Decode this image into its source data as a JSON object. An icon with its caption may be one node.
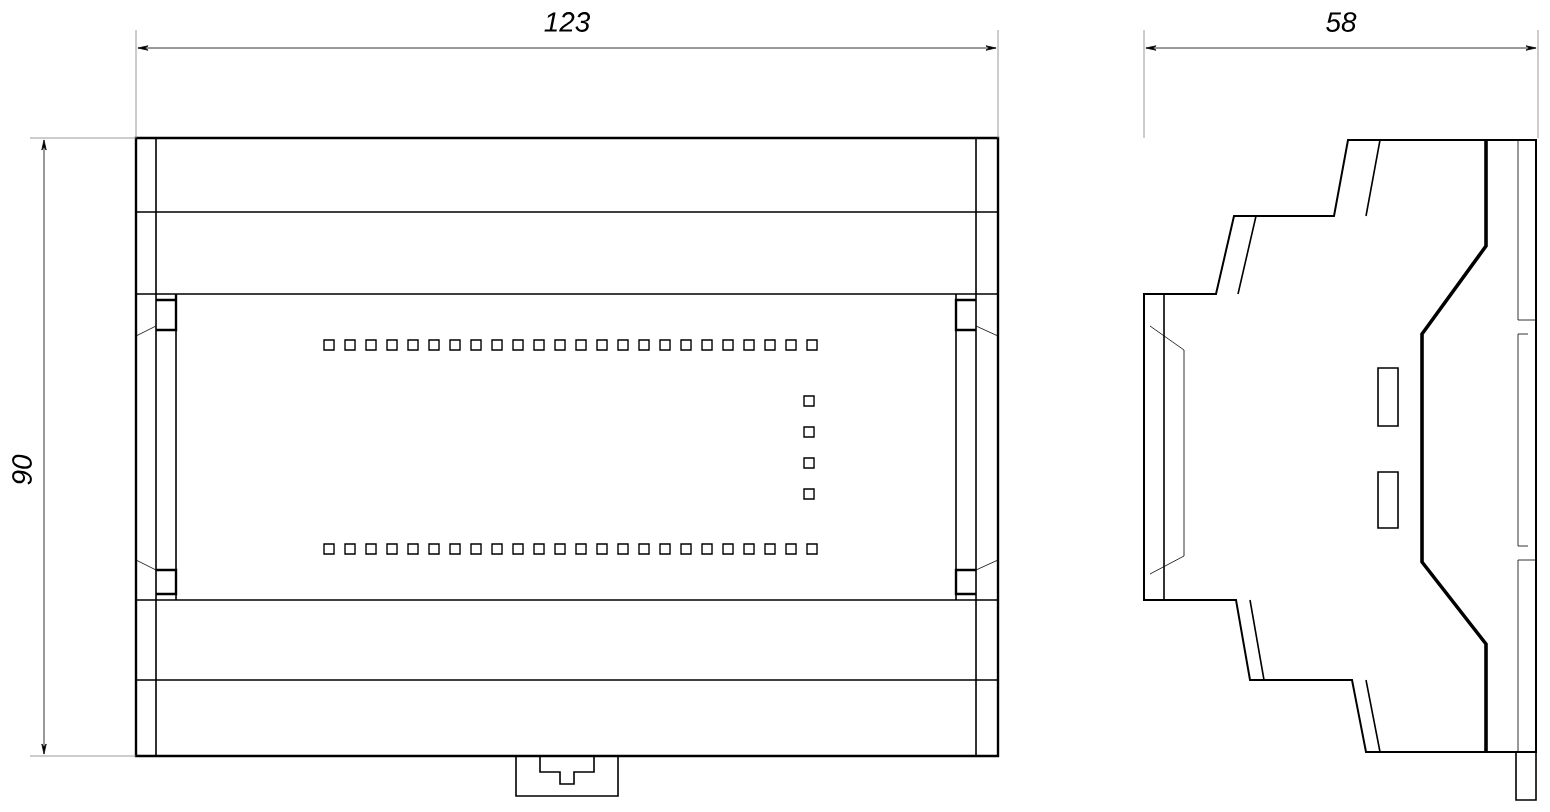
{
  "diagram": {
    "labels": [
      "123",
      "58",
      "90"
    ]
  }
}
